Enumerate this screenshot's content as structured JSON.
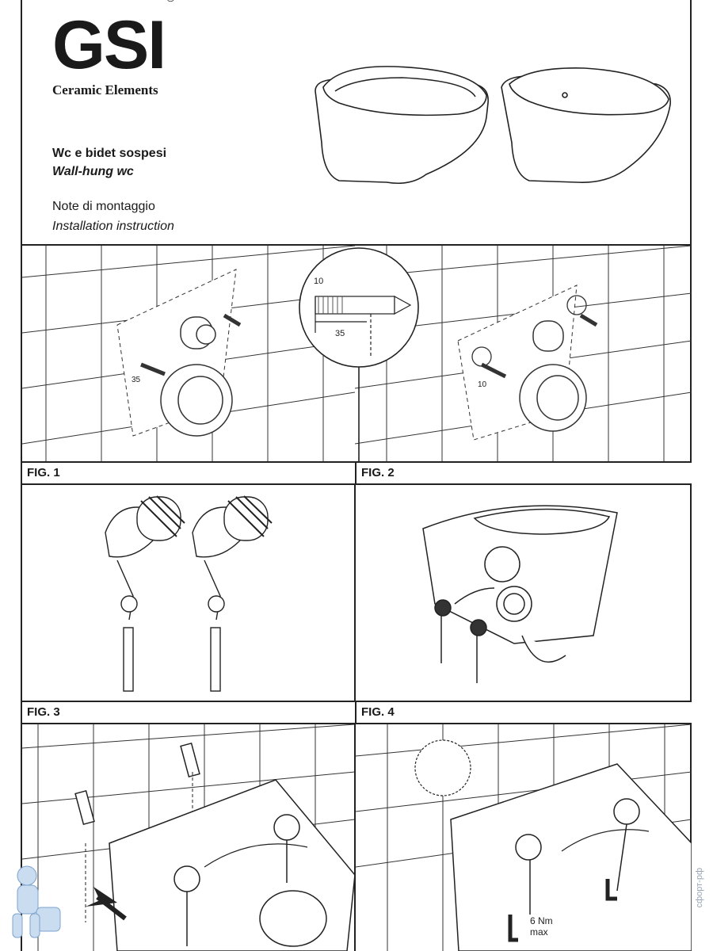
{
  "brand": {
    "logo": "GSI",
    "registered_mark": "®",
    "tagline": "Ceramic Elements"
  },
  "title": {
    "line1": "Wc e bidet sospesi",
    "line2": "Wall-hung wc",
    "line3": "Note di montaggio",
    "line4": "Installation instruction"
  },
  "figures": [
    {
      "caption": "FIG. 1",
      "dimension": "35"
    },
    {
      "caption": "FIG. 2",
      "dimension_a": "10",
      "dimension_b": "35",
      "rod_label": "10"
    },
    {
      "caption": "FIG. 3"
    },
    {
      "caption": "FIG. 4"
    },
    {
      "caption": "",
      "note": ""
    },
    {
      "caption": "",
      "torque": "6 Nm",
      "torque_unit": "max"
    }
  ],
  "watermark": "сфорт-рф"
}
